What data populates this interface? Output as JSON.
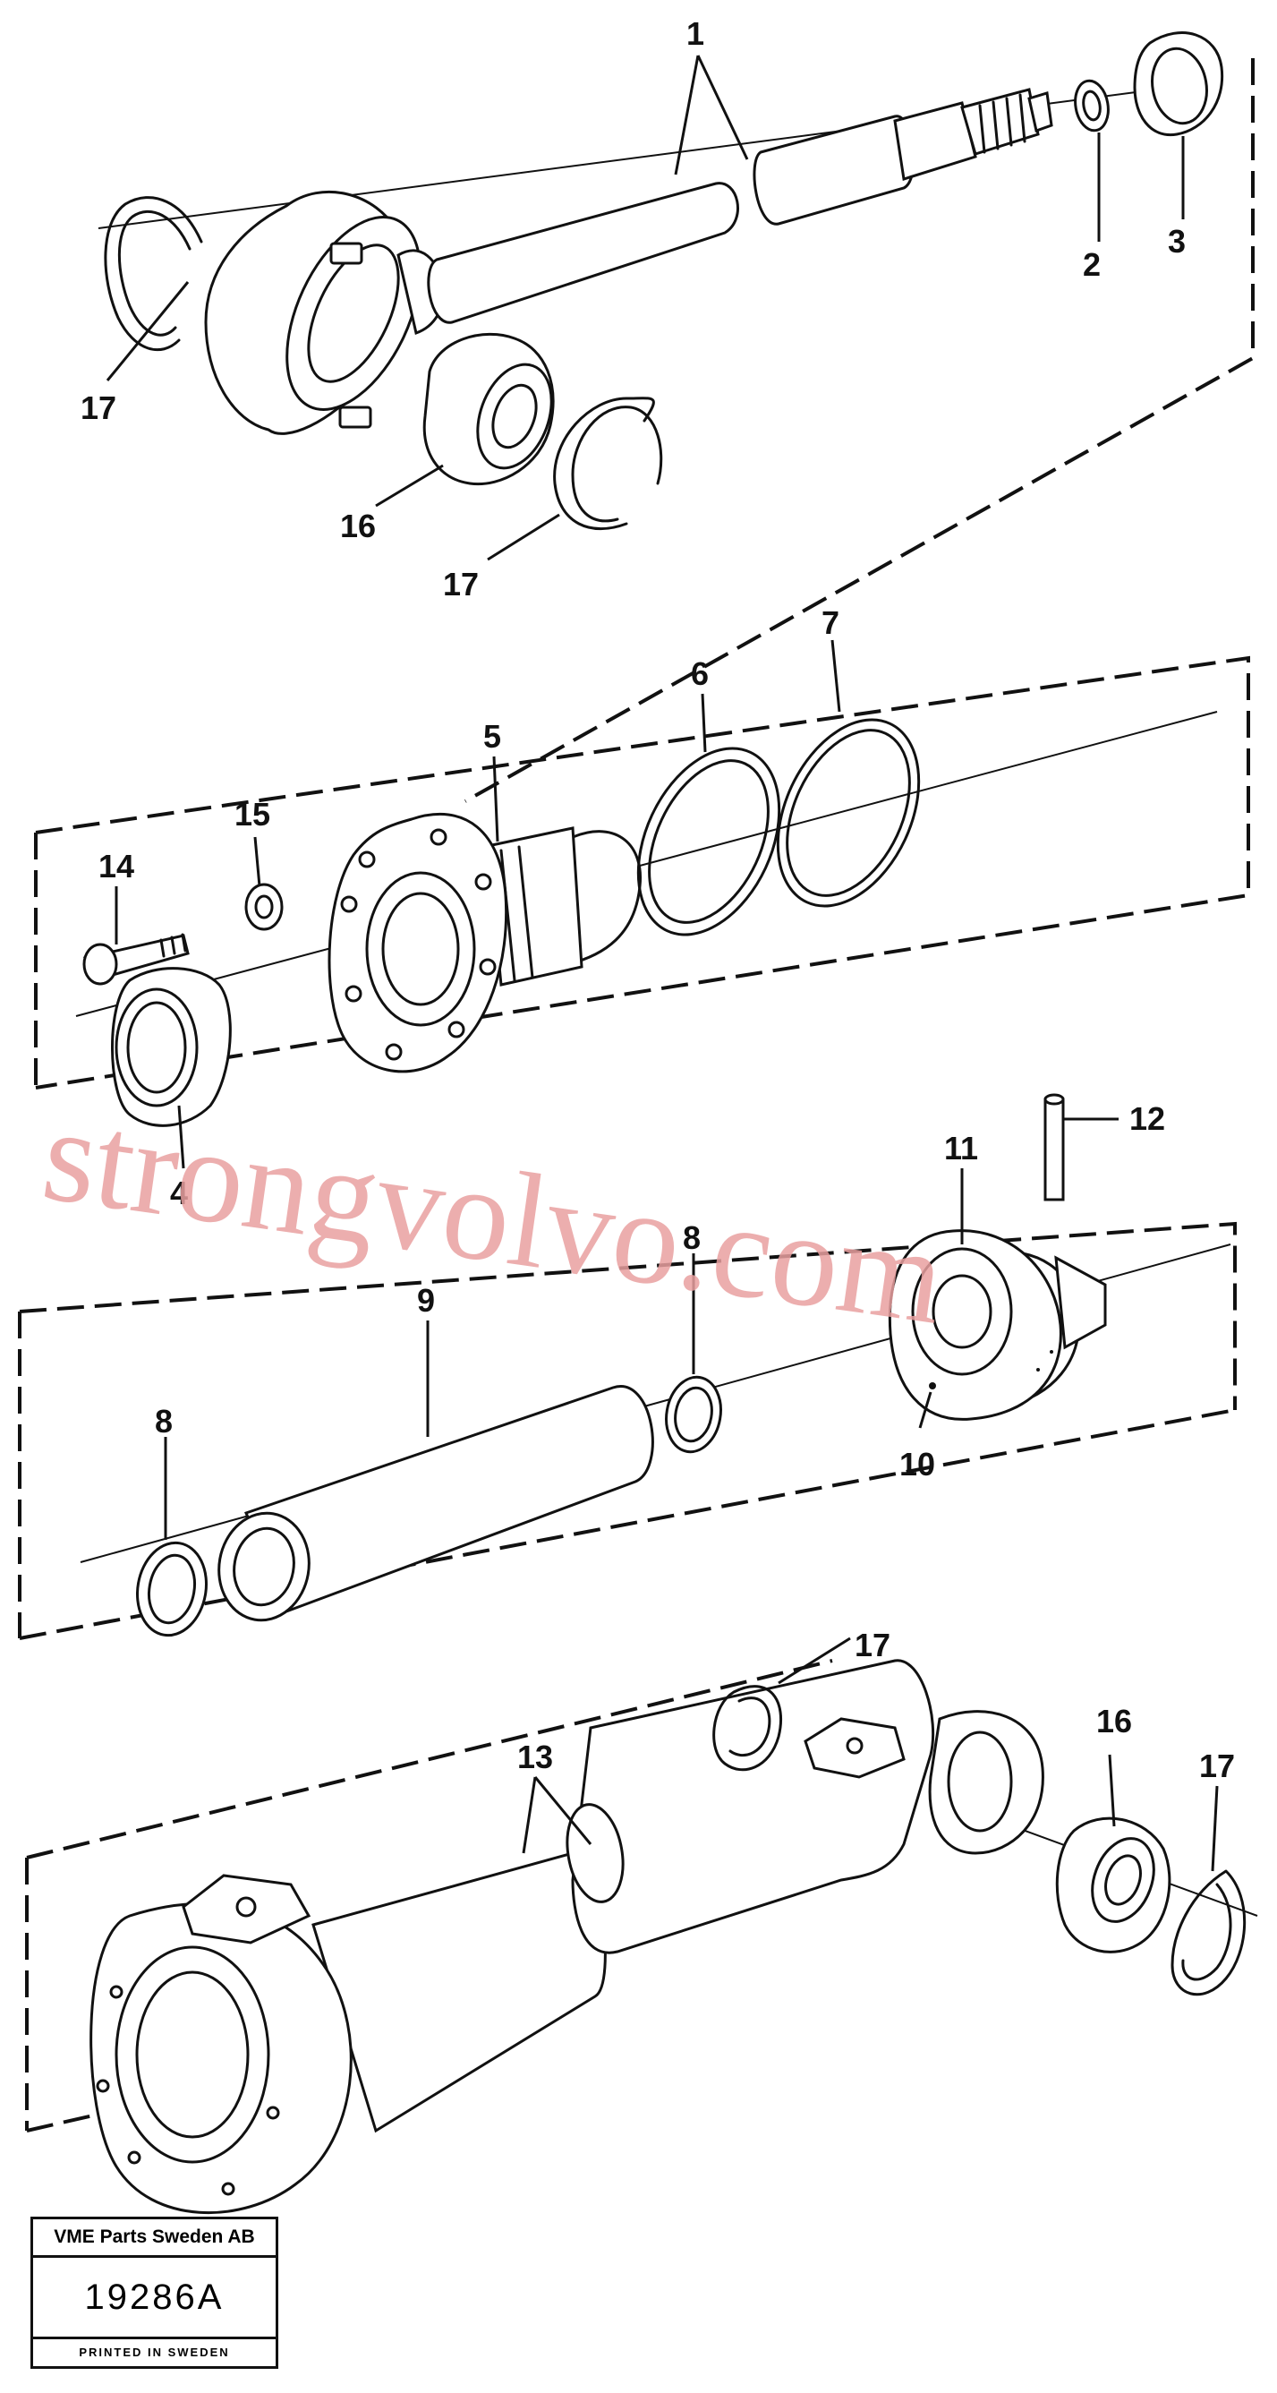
{
  "callouts": {
    "c1": "1",
    "c2": "2",
    "c3": "3",
    "c4": "4",
    "c5": "5",
    "c6": "6",
    "c7": "7",
    "c8a": "8",
    "c8b": "8",
    "c9": "9",
    "c10": "10",
    "c11": "11",
    "c12": "12",
    "c13": "13",
    "c14": "14",
    "c15": "15",
    "c16a": "16",
    "c16b": "16",
    "c17a": "17",
    "c17b": "17",
    "c17c": "17",
    "c17d": "17"
  },
  "watermark": "strongvolvo.com",
  "title_block": {
    "company": "VME Parts Sweden AB",
    "drawing_number": "19286A",
    "printed": "PRINTED IN SWEDEN"
  }
}
